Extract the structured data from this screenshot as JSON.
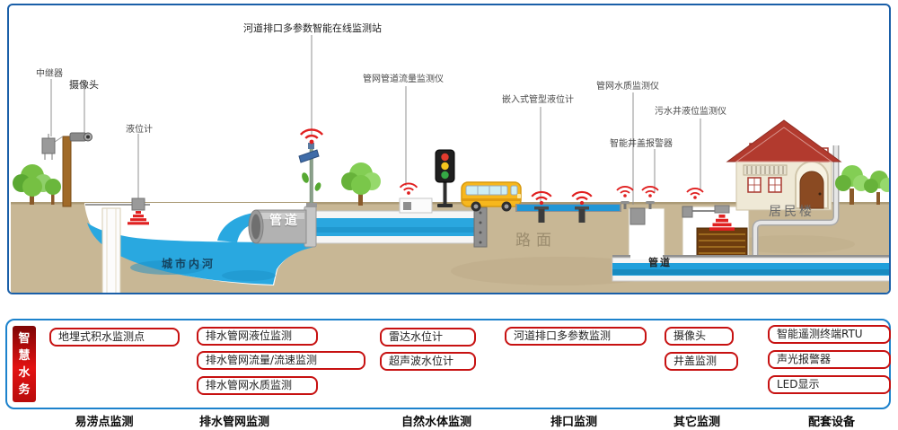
{
  "scene": {
    "labels": {
      "repeater": "中继器",
      "camera": "摄像头",
      "level_gauge": "液位计",
      "station": "河道排口多参数智能在线监测站",
      "pipe_flow_monitor": "管网管道流量监测仪",
      "embedded_pipe_level": "嵌入式管型液位计",
      "pipe_water_quality": "管网水质监测仪",
      "sewage_well_level": "污水井液位监测仪",
      "smart_manhole_alarm": "智能井盖报警器",
      "residential_building": "居民楼",
      "pipe_cylinder": "管道",
      "city_river": "城市内河",
      "road_surface": "路面",
      "pipe_right": "管道"
    }
  },
  "legend": {
    "brand": "智慧水务",
    "columns": [
      {
        "category": "易涝点监测",
        "items": [
          "地埋式积水监测点"
        ]
      },
      {
        "category": "排水管网监测",
        "items": [
          "排水管网液位监测",
          "排水管网流量/流速监测",
          "排水管网水质监测"
        ]
      },
      {
        "category": "自然水体监测",
        "items": [
          "雷达水位计",
          "超声波水位计"
        ]
      },
      {
        "category": "排口监测",
        "items": [
          "河道排口多参数监测"
        ]
      },
      {
        "category": "其它监测",
        "items": [
          "摄像头",
          "井盖监测"
        ]
      },
      {
        "category": "配套设备",
        "items": [
          "智能遥测终端RTU",
          "声光报警器",
          "LED显示"
        ]
      }
    ]
  },
  "colors": {
    "panel_border": "#1a5fa8",
    "legend_border": "#1c82cc",
    "item_border": "#c71111",
    "brand_red": "#d40f0f",
    "water_blue": "#29a8e0",
    "ground_tan": "#c8b795",
    "wifi_red": "#e02020"
  }
}
